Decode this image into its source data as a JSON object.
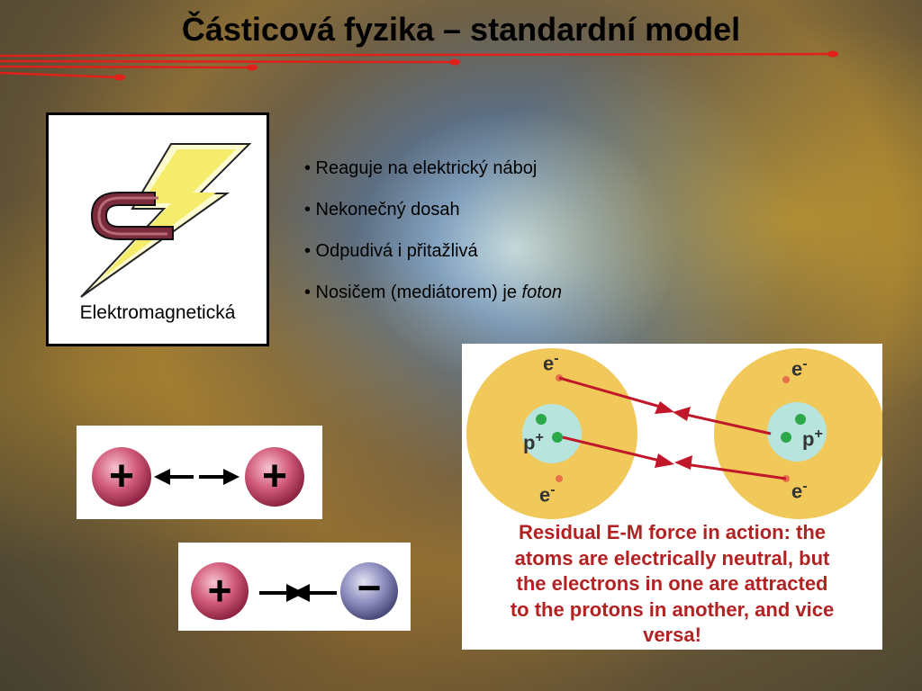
{
  "slide": {
    "title": "Částicová fyzika – standardní model",
    "symbol_label": "Elektromagnetická",
    "bullets": [
      {
        "text": "• Reaguje na elektrický náboj"
      },
      {
        "text": "• Nekonečný dosah"
      },
      {
        "text": "• Odpudivá i přitažlivá"
      },
      {
        "text": "• Nosičem (mediátorem) je ",
        "em": "foton"
      }
    ]
  },
  "charges": {
    "plus": "+",
    "minus": "−"
  },
  "atom_figure": {
    "electron": "e",
    "proton": "p",
    "electron_charge": "-",
    "proton_charge": "+",
    "caption_lines": [
      "Residual E-M force in action: the",
      "atoms are electrically neutral, but",
      "the electrons in one are attracted",
      "to the protons in another, and vice",
      "versa!"
    ]
  },
  "colors": {
    "accent_red": "#e0201a",
    "caption_red": "#b22222",
    "atom_yellow": "#f1c95a",
    "nucleus_teal": "#b7e4dd",
    "plus_ball": "#c8506e",
    "minus_ball": "#8a8ab8"
  }
}
